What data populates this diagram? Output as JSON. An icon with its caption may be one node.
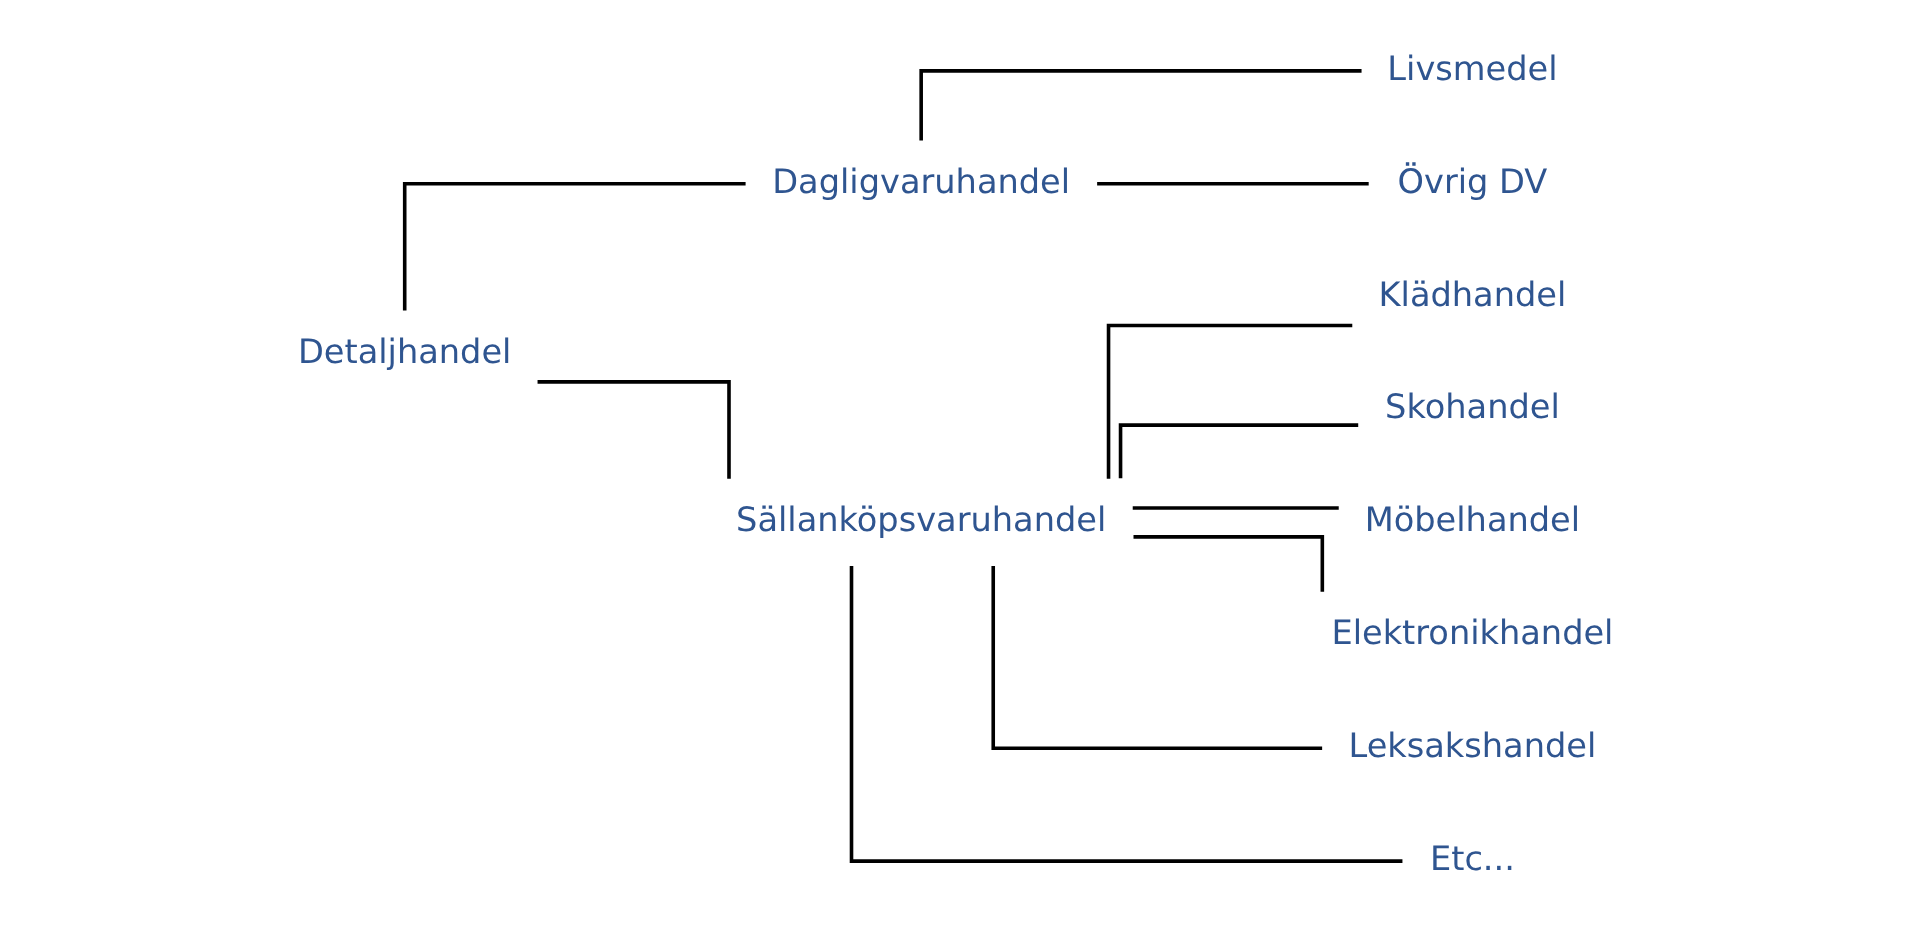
{
  "diagram": {
    "nodes": [
      {
        "text": [
          "Detaljhandel"
        ]
      },
      {
        "text": [
          "Dagligvaruhandel"
        ]
      },
      {
        "text": [
          "Sällanköpsvaruhandel"
        ]
      },
      {
        "text": [
          "Livsmedel"
        ]
      },
      {
        "text": [
          "Övrig DV"
        ]
      },
      {
        "text": [
          "Klädhandel"
        ]
      },
      {
        "text": [
          "Skohandel"
        ]
      },
      {
        "text": [
          "Möbelhandel"
        ]
      },
      {
        "text": [
          "Elektronikhandel"
        ]
      },
      {
        "text": [
          "Leksakshandel"
        ]
      },
      {
        "text": [
          "Etc..."
        ]
      }
    ],
    "edges": [
      {
        "from": 0,
        "to": 1,
        "arrow": "none"
      },
      {
        "from": 0,
        "to": 2,
        "arrow": "none"
      },
      {
        "from": 1,
        "to": 3,
        "arrow": "none"
      },
      {
        "from": 1,
        "to": 4,
        "arrow": "none"
      },
      {
        "from": 2,
        "to": 5,
        "arrow": "none"
      },
      {
        "from": 2,
        "to": 6,
        "arrow": "none"
      },
      {
        "from": 2,
        "to": 7,
        "arrow": "none"
      },
      {
        "from": 2,
        "to": 8,
        "arrow": "none"
      },
      {
        "from": 2,
        "to": 9,
        "arrow": "none"
      },
      {
        "from": 2,
        "to": 10,
        "arrow": "none"
      }
    ]
  }
}
